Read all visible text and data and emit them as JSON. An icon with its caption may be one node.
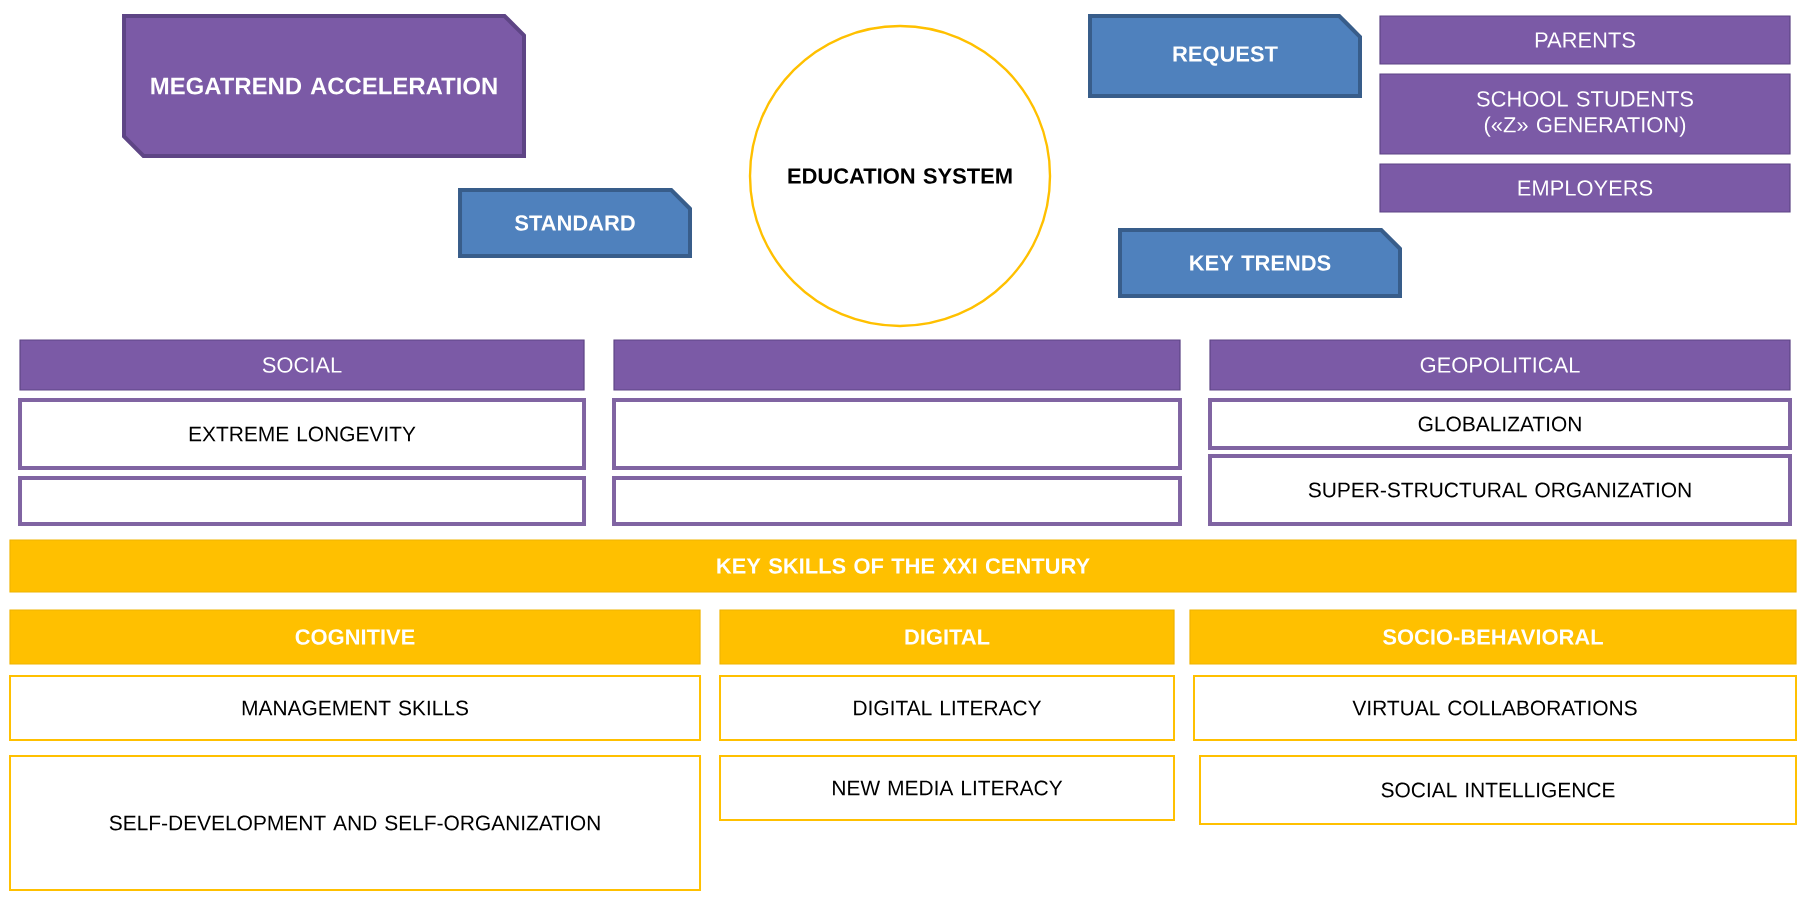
{
  "diagram": {
    "nodes": [
      {
        "text": [
          "MEGATREND ACCELERATION"
        ]
      },
      {
        "text": [
          "EDUCATION SYSTEM"
        ]
      },
      {
        "text": [
          "REQUEST"
        ]
      },
      {
        "text": [
          "PARENTS"
        ]
      },
      {
        "text": [
          "SCHOOL STUDENTS («Z» GENERATION)"
        ]
      },
      {
        "text": [
          "EMPLOYERS"
        ]
      },
      {
        "text": [
          "STANDARD"
        ]
      },
      {
        "text": [
          "KEY TRENDS"
        ]
      },
      {
        "text": [
          "SOCIAL"
        ]
      },
      {
        "text": [],
        "shape": "box"
      },
      {
        "text": [
          "GEOPOLITICAL"
        ]
      },
      {
        "text": [
          "EXTREME LONGEVITY"
        ]
      },
      {
        "text": [],
        "shape": "box"
      },
      {
        "text": [
          "GLOBALIZATION"
        ]
      },
      {
        "text": [
          "SUPER-STRUCTURAL ORGANIZATION"
        ]
      },
      {
        "text": [],
        "shape": "box"
      },
      {
        "text": [],
        "shape": "box"
      },
      {
        "text": [
          "KEY SKILLS OF THE XXI CENTURY"
        ]
      },
      {
        "text": [
          "COGNITIVE"
        ]
      },
      {
        "text": [
          "DIGITAL"
        ]
      },
      {
        "text": [
          "SOCIO-BEHAVIORAL"
        ]
      },
      {
        "text": [
          "MANAGEMENT SKILLS"
        ]
      },
      {
        "text": [
          "DIGITAL LITERACY"
        ]
      },
      {
        "text": [
          "VIRTUAL COLLABORATIONS"
        ]
      },
      {
        "text": [
          "SELF-DEVELOPMENT AND SELF-ORGANIZATION"
        ]
      },
      {
        "text": [
          "NEW MEDIA LITERACY"
        ]
      },
      {
        "text": [
          "SOCIAL INTELLIGENCE"
        ]
      }
    ]
  }
}
